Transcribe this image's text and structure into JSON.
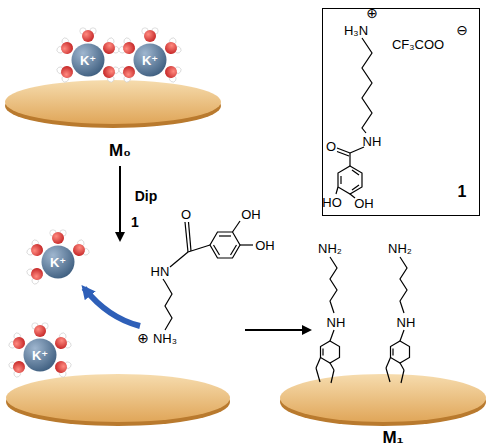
{
  "diagram": {
    "nodes": [
      {
        "text": [
          "⊕",
          "H₃N",
          "CF₃COO",
          "⊖",
          "O",
          "NH",
          "HO",
          "OH",
          "1"
        ]
      },
      {
        "text": [
          "K⁺"
        ]
      },
      {
        "text": [
          "K⁺"
        ]
      },
      {
        "text": [
          "K⁺"
        ]
      },
      {
        "text": [
          "K⁺"
        ]
      }
    ],
    "labels": [
      "M₀",
      "Dip",
      "1",
      "M₁",
      "⊕",
      "NH₃",
      "HN",
      "O",
      "OH",
      "OH",
      "NH₂",
      "NH",
      "NH₂",
      "NH"
    ]
  }
}
